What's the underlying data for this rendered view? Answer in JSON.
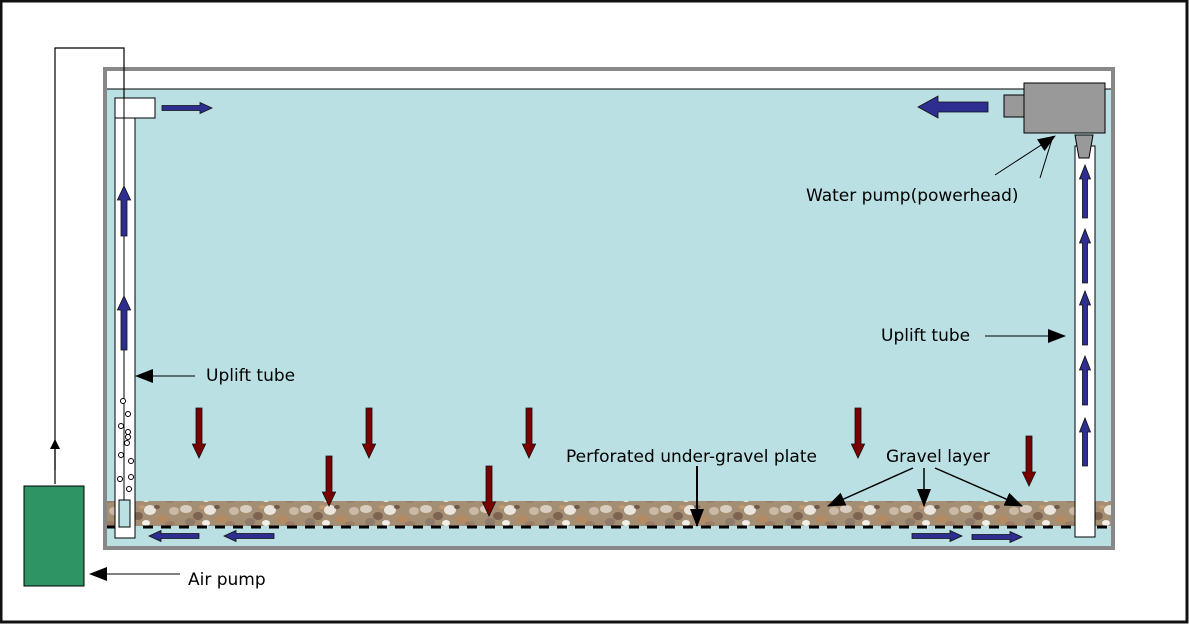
{
  "diagram": {
    "title": "Under-gravel filter aquarium circulation",
    "labels": {
      "water_pump": "Water pump(powerhead)",
      "uplift_tube_right": "Uplift tube",
      "uplift_tube_left": "Uplift tube",
      "perforated_plate": "Perforated under-gravel plate",
      "gravel_layer": "Gravel layer",
      "air_pump": "Air pump"
    },
    "colors": {
      "water": "#bae0e3",
      "tank_frame": "#888888",
      "flow_arrow": "#2e2e90",
      "downflow_arrow": "#7a0000",
      "air_pump": "#2e9463",
      "powerhead": "#999999",
      "outline": "#000000"
    },
    "components": [
      {
        "name": "Air pump",
        "side": "left-outside"
      },
      {
        "name": "Uplift tube (air-driven)",
        "side": "left"
      },
      {
        "name": "Uplift tube (powerhead-driven)",
        "side": "right"
      },
      {
        "name": "Water pump(powerhead)",
        "side": "top-right"
      },
      {
        "name": "Gravel layer",
        "side": "bottom"
      },
      {
        "name": "Perforated under-gravel plate",
        "side": "bottom"
      }
    ],
    "flows": [
      {
        "description": "Water flows down through gravel",
        "direction": "down",
        "count": 7
      },
      {
        "description": "Water flows under plate toward uplift tubes",
        "direction": "horizontal",
        "count": 4
      },
      {
        "description": "Water rises inside uplift tubes",
        "direction": "up",
        "count": 7
      },
      {
        "description": "Water exits tubes at surface",
        "direction": "horizontal",
        "count": 2
      }
    ]
  }
}
